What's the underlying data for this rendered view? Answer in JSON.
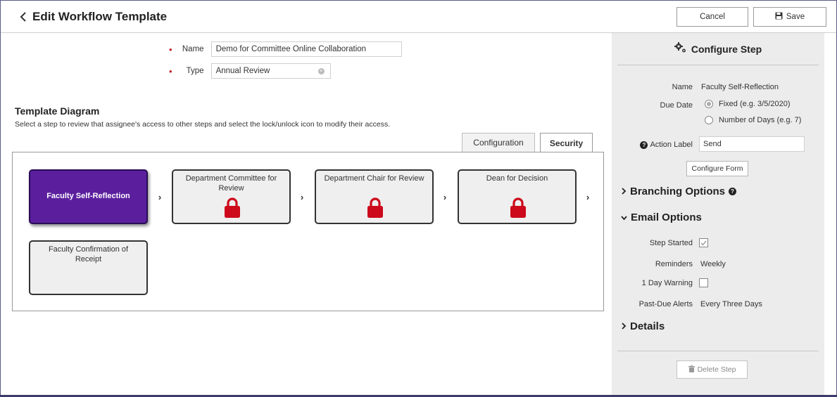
{
  "header": {
    "title": "Edit Workflow Template",
    "cancel_label": "Cancel",
    "save_label": "Save"
  },
  "form": {
    "name_label": "Name",
    "name_value": "Demo for Committee Online Collaboration",
    "type_label": "Type",
    "type_value": "Annual Review",
    "required_marker": "•"
  },
  "diagram": {
    "title": "Template Diagram",
    "description": "Select a step to review that assignee's access to other steps and select the lock/unlock icon to modify their access.",
    "tabs": [
      {
        "label": "Configuration",
        "active": false
      },
      {
        "label": "Security",
        "active": true
      }
    ],
    "steps": [
      {
        "label": "Faculty Self-Reflection",
        "active": true,
        "locked": false
      },
      {
        "label": "Department Committee for Review",
        "active": false,
        "locked": true
      },
      {
        "label": "Department Chair for Review",
        "active": false,
        "locked": true
      },
      {
        "label": "Dean for Decision",
        "active": false,
        "locked": true
      },
      {
        "label": "Faculty Confirmation of Receipt",
        "active": false,
        "locked": false
      }
    ],
    "arrow_glyph": "›",
    "lock_color": "#cc0a1b",
    "active_color": "#5b1f9e"
  },
  "panel": {
    "title": "Configure Step",
    "name_label": "Name",
    "name_value": "Faculty Self-Reflection",
    "due_date_label": "Due Date",
    "due_options": [
      {
        "label": "Fixed (e.g. 3/5/2020)",
        "checked": true
      },
      {
        "label": "Number of Days (e.g. 7)",
        "checked": false
      }
    ],
    "action_label": "Action Label",
    "action_value": "Send",
    "configure_form_label": "Configure Form",
    "branching_label": "Branching Options",
    "email_label": "Email Options",
    "step_started_label": "Step Started",
    "step_started_checked": true,
    "reminders_label": "Reminders",
    "reminders_value": "Weekly",
    "day_warning_label": "1 Day Warning",
    "day_warning_checked": false,
    "past_due_label": "Past-Due Alerts",
    "past_due_value": "Every Three Days",
    "details_label": "Details",
    "delete_label": "Delete Step"
  }
}
